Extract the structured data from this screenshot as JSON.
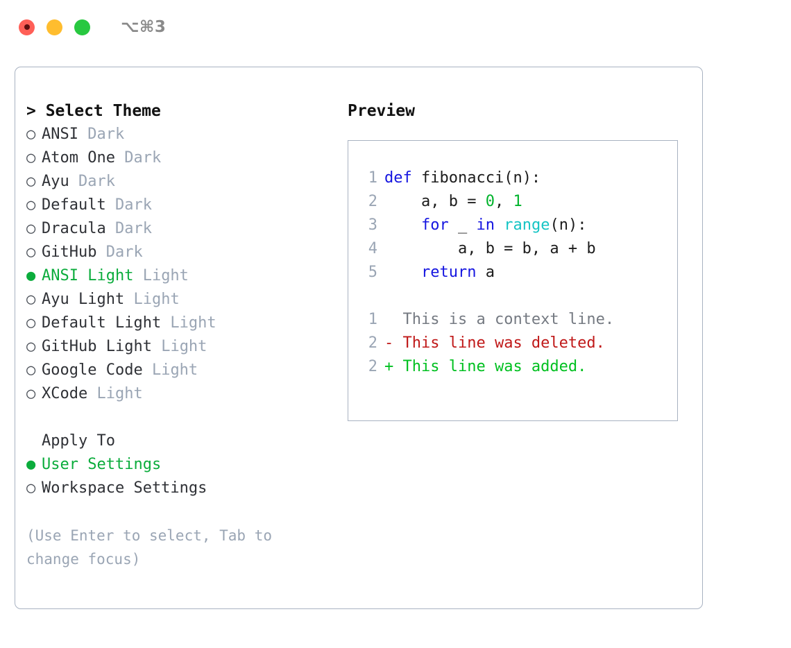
{
  "window": {
    "shortcut_label": "⌥⌘3",
    "traffic_lights": [
      "close",
      "minimize",
      "zoom"
    ]
  },
  "theme_selector": {
    "header": "> Select Theme",
    "options": [
      {
        "marker": "○",
        "label": "ANSI",
        "suffix": " Dark",
        "selected": false
      },
      {
        "marker": "○",
        "label": "Atom One",
        "suffix": " Dark",
        "selected": false
      },
      {
        "marker": "○",
        "label": "Ayu",
        "suffix": " Dark",
        "selected": false
      },
      {
        "marker": "○",
        "label": "Default",
        "suffix": " Dark",
        "selected": false
      },
      {
        "marker": "○",
        "label": "Dracula",
        "suffix": " Dark",
        "selected": false
      },
      {
        "marker": "○",
        "label": "GitHub",
        "suffix": " Dark",
        "selected": false
      },
      {
        "marker": "●",
        "label": "ANSI Light",
        "suffix": " Light",
        "selected": true
      },
      {
        "marker": "○",
        "label": "Ayu Light",
        "suffix": " Light",
        "selected": false
      },
      {
        "marker": "○",
        "label": "Default Light",
        "suffix": " Light",
        "selected": false
      },
      {
        "marker": "○",
        "label": "GitHub Light",
        "suffix": " Light",
        "selected": false
      },
      {
        "marker": "○",
        "label": "Google Code",
        "suffix": " Light",
        "selected": false
      },
      {
        "marker": "○",
        "label": "XCode",
        "suffix": " Light",
        "selected": false
      }
    ]
  },
  "apply_to": {
    "header": "Apply To",
    "options": [
      {
        "marker": "●",
        "label": "User Settings",
        "selected": true
      },
      {
        "marker": "○",
        "label": "Workspace Settings",
        "selected": false
      }
    ]
  },
  "hint": "(Use Enter to select, Tab to change focus)",
  "preview": {
    "title": "Preview",
    "code_lines": [
      {
        "num": "1",
        "tokens": [
          {
            "t": "def",
            "c": "kw"
          },
          {
            "t": " fibonacci(n):",
            "c": "plain"
          }
        ]
      },
      {
        "num": "2",
        "tokens": [
          {
            "t": "    a, b = ",
            "c": "plain"
          },
          {
            "t": "0",
            "c": "num"
          },
          {
            "t": ", ",
            "c": "plain"
          },
          {
            "t": "1",
            "c": "num"
          }
        ]
      },
      {
        "num": "3",
        "tokens": [
          {
            "t": "    ",
            "c": "plain"
          },
          {
            "t": "for",
            "c": "kw"
          },
          {
            "t": " _ ",
            "c": "plain"
          },
          {
            "t": "in",
            "c": "kw"
          },
          {
            "t": " ",
            "c": "plain"
          },
          {
            "t": "range",
            "c": "fn"
          },
          {
            "t": "(n):",
            "c": "plain"
          }
        ]
      },
      {
        "num": "4",
        "tokens": [
          {
            "t": "        a, b = b, a + b",
            "c": "plain"
          }
        ]
      },
      {
        "num": "5",
        "tokens": [
          {
            "t": "    ",
            "c": "plain"
          },
          {
            "t": "return",
            "c": "kw"
          },
          {
            "t": " a",
            "c": "plain"
          }
        ]
      }
    ],
    "diff_lines": [
      {
        "num": "1",
        "marker": "  ",
        "text": "This is a context line.",
        "kind": "ctx"
      },
      {
        "num": "2",
        "marker": "- ",
        "text": "This line was deleted.",
        "kind": "del"
      },
      {
        "num": "2",
        "marker": "+ ",
        "text": "This line was added.",
        "kind": "add"
      }
    ]
  },
  "colors": {
    "accent_green": "#0bac3c",
    "muted": "#9aa5b4",
    "border": "#a8b2c1",
    "keyword": "#1515e0",
    "number": "#00b32c",
    "function": "#15c4c4",
    "diff_deleted": "#c01919",
    "diff_added": "#00c020"
  }
}
